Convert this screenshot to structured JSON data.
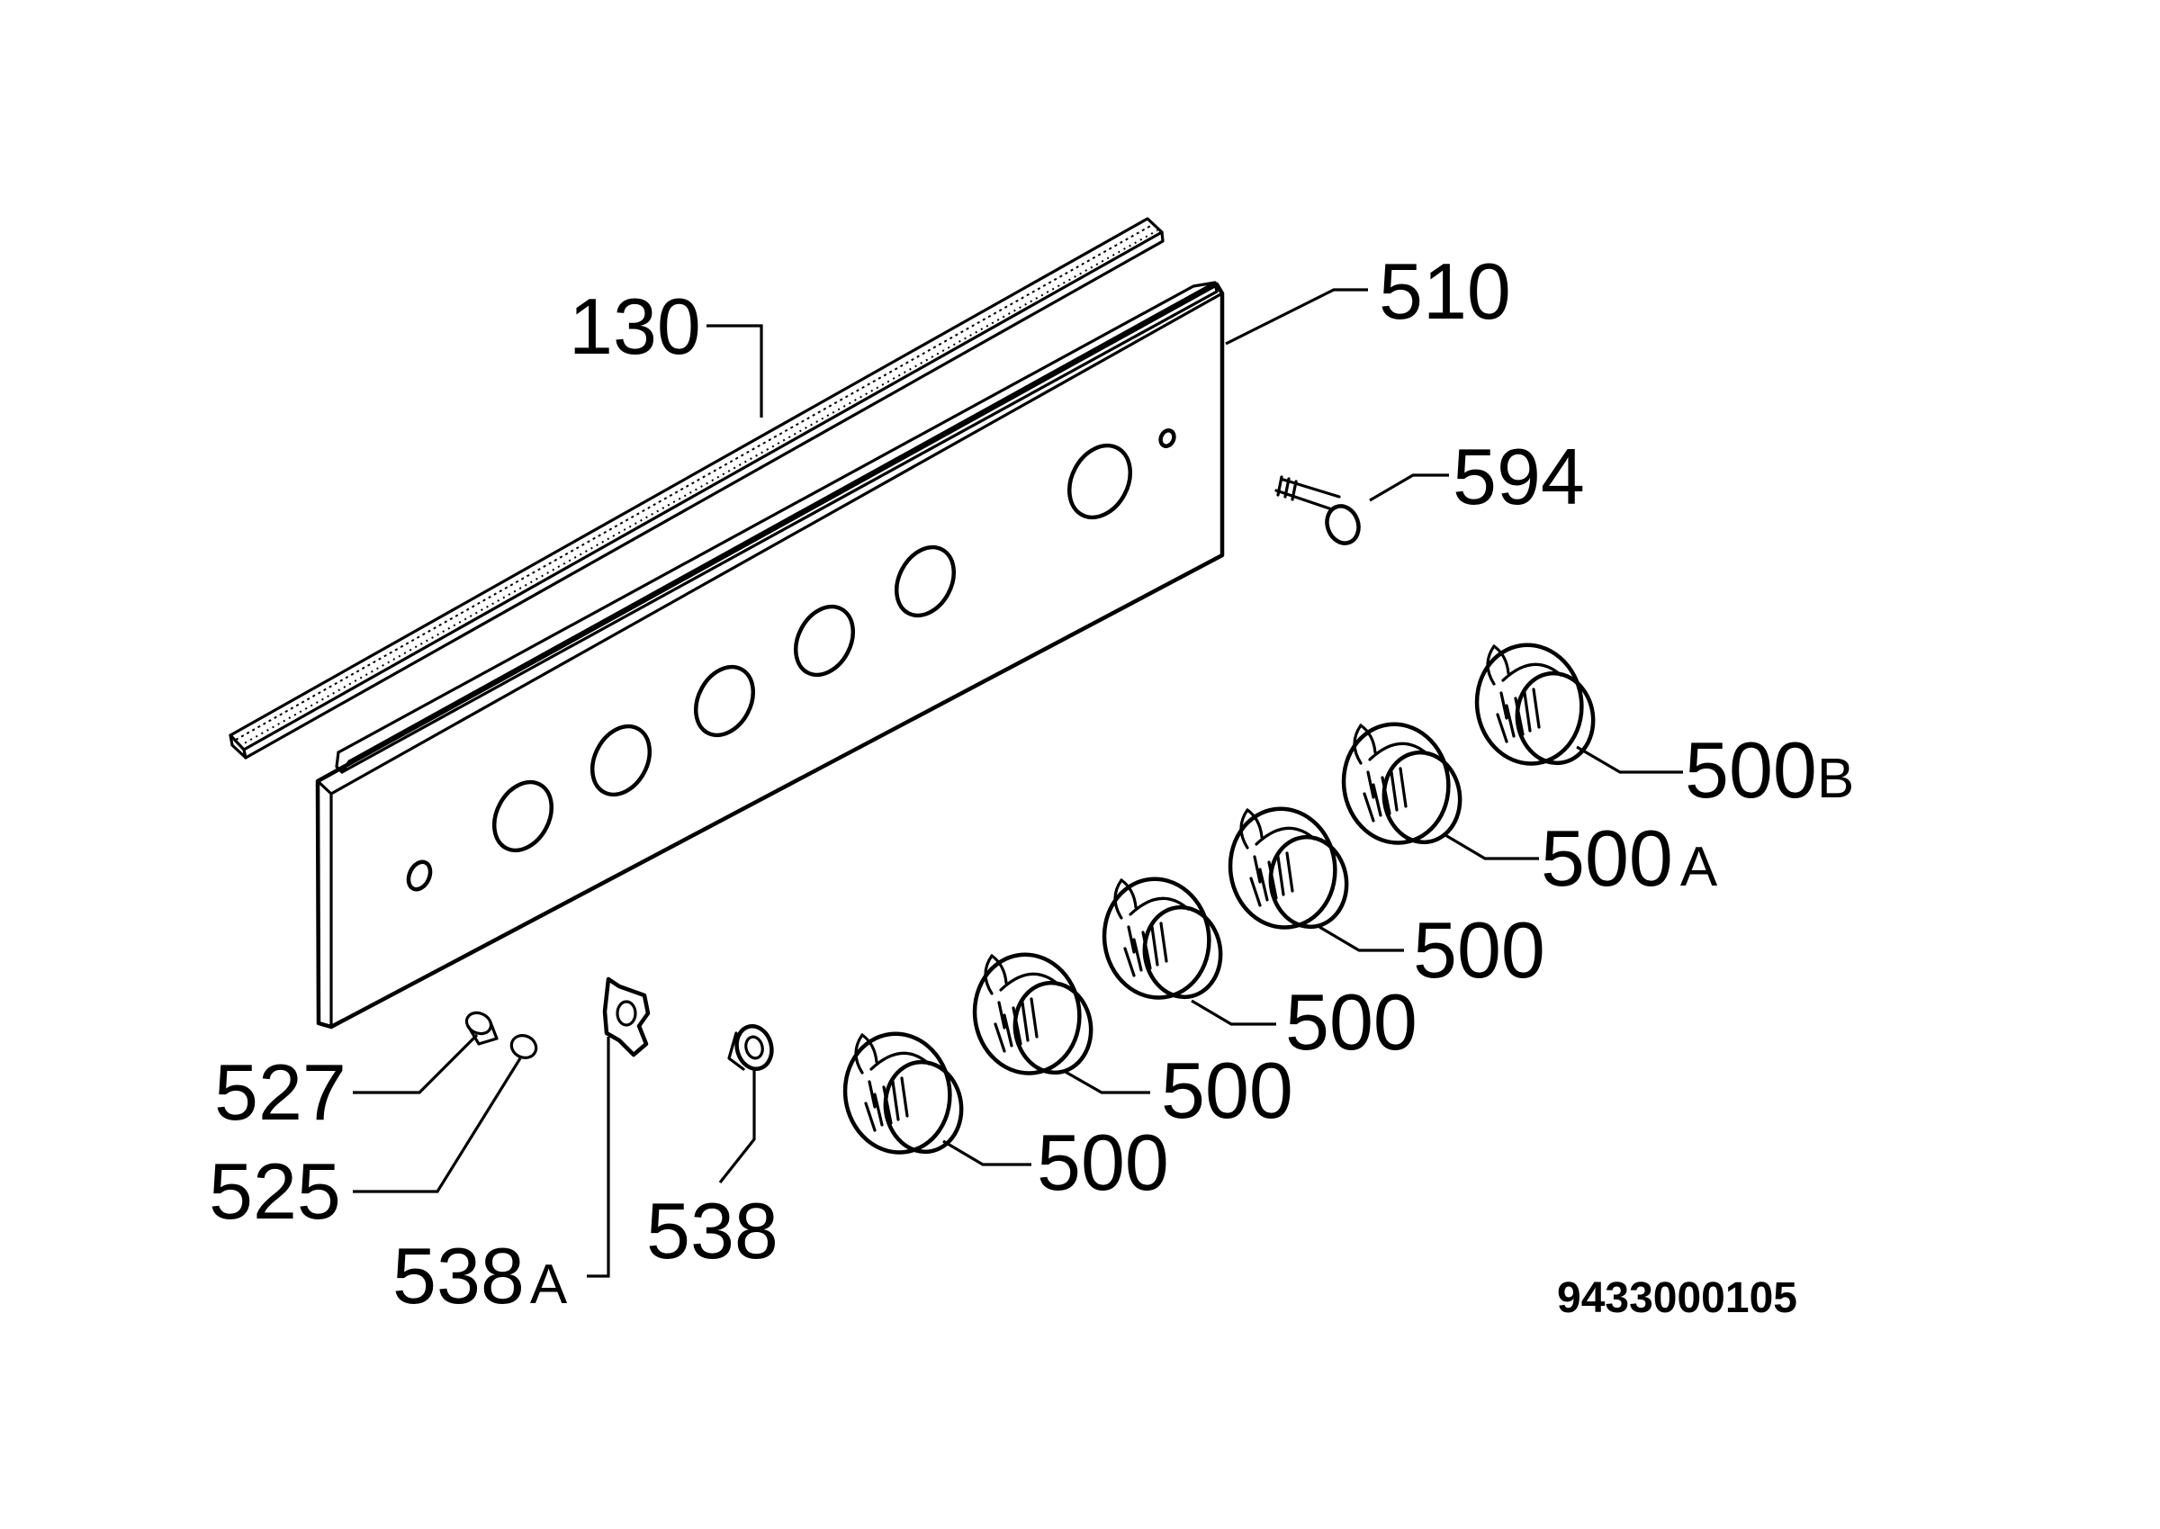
{
  "callouts": {
    "c130": "130",
    "c510": "510",
    "c594": "594",
    "c500b_num": "500",
    "c500b_suffix": "B",
    "c500a_num": "500",
    "c500a_suffix": "A",
    "c500_1": "500",
    "c500_2": "500",
    "c500_3": "500",
    "c500_4": "500",
    "c527": "527",
    "c525": "525",
    "c538a_num": "538",
    "c538a_suffix": "A",
    "c538": "538"
  },
  "document_number": "9433000105",
  "colors": {
    "line": "#000000",
    "background": "#ffffff"
  }
}
